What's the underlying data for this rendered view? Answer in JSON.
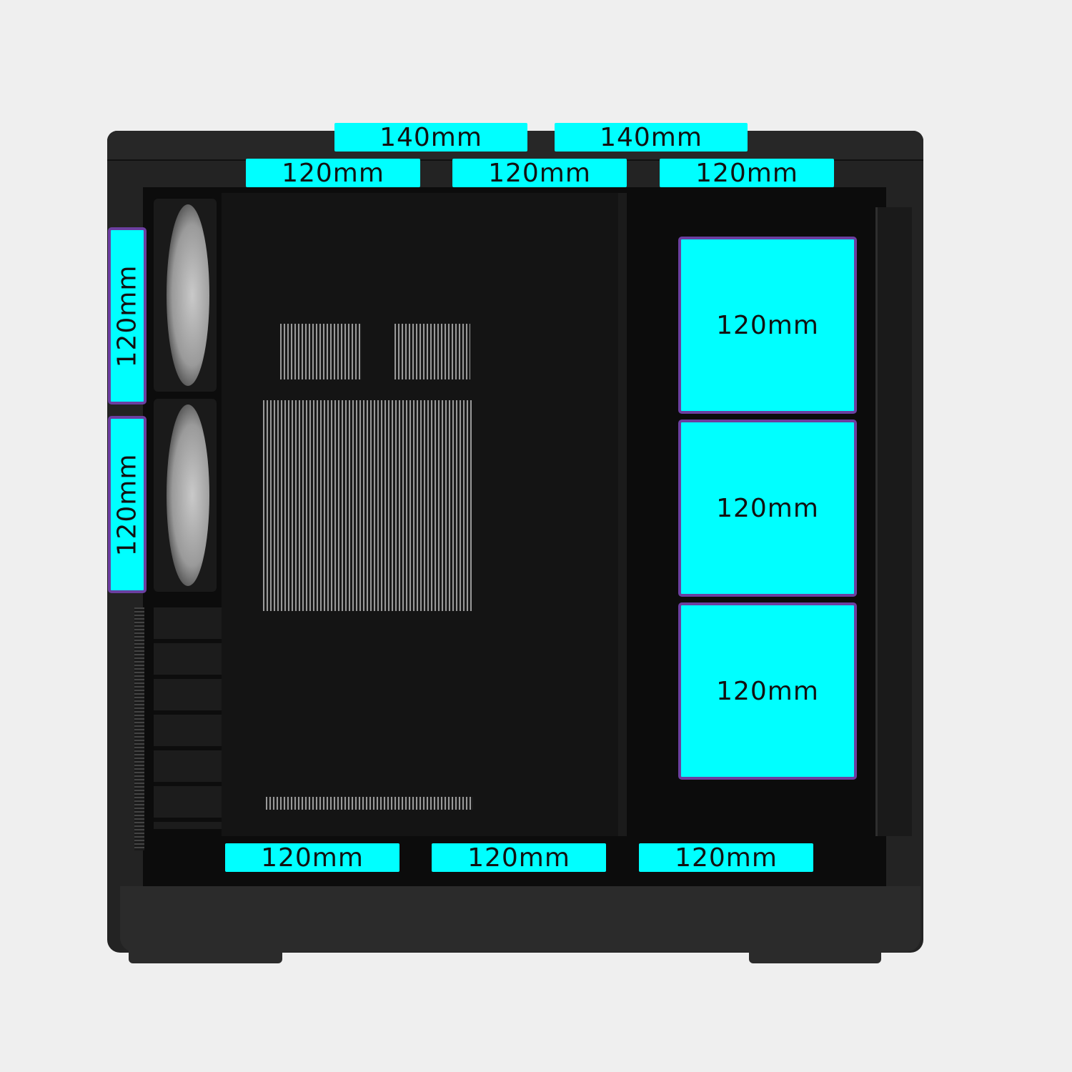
{
  "diagram": {
    "subject": "PC case side view with fan mount positions",
    "label_color": "#00ffff",
    "label_border_color": "#6b3fa0",
    "top": {
      "row1": [
        {
          "label": "140mm"
        },
        {
          "label": "140mm"
        }
      ],
      "row2": [
        {
          "label": "120mm"
        },
        {
          "label": "120mm"
        },
        {
          "label": "120mm"
        }
      ]
    },
    "rear": [
      {
        "label": "120mm"
      },
      {
        "label": "120mm"
      }
    ],
    "side": [
      {
        "label": "120mm"
      },
      {
        "label": "120mm"
      },
      {
        "label": "120mm"
      }
    ],
    "bottom": [
      {
        "label": "120mm"
      },
      {
        "label": "120mm"
      },
      {
        "label": "120mm"
      }
    ]
  }
}
